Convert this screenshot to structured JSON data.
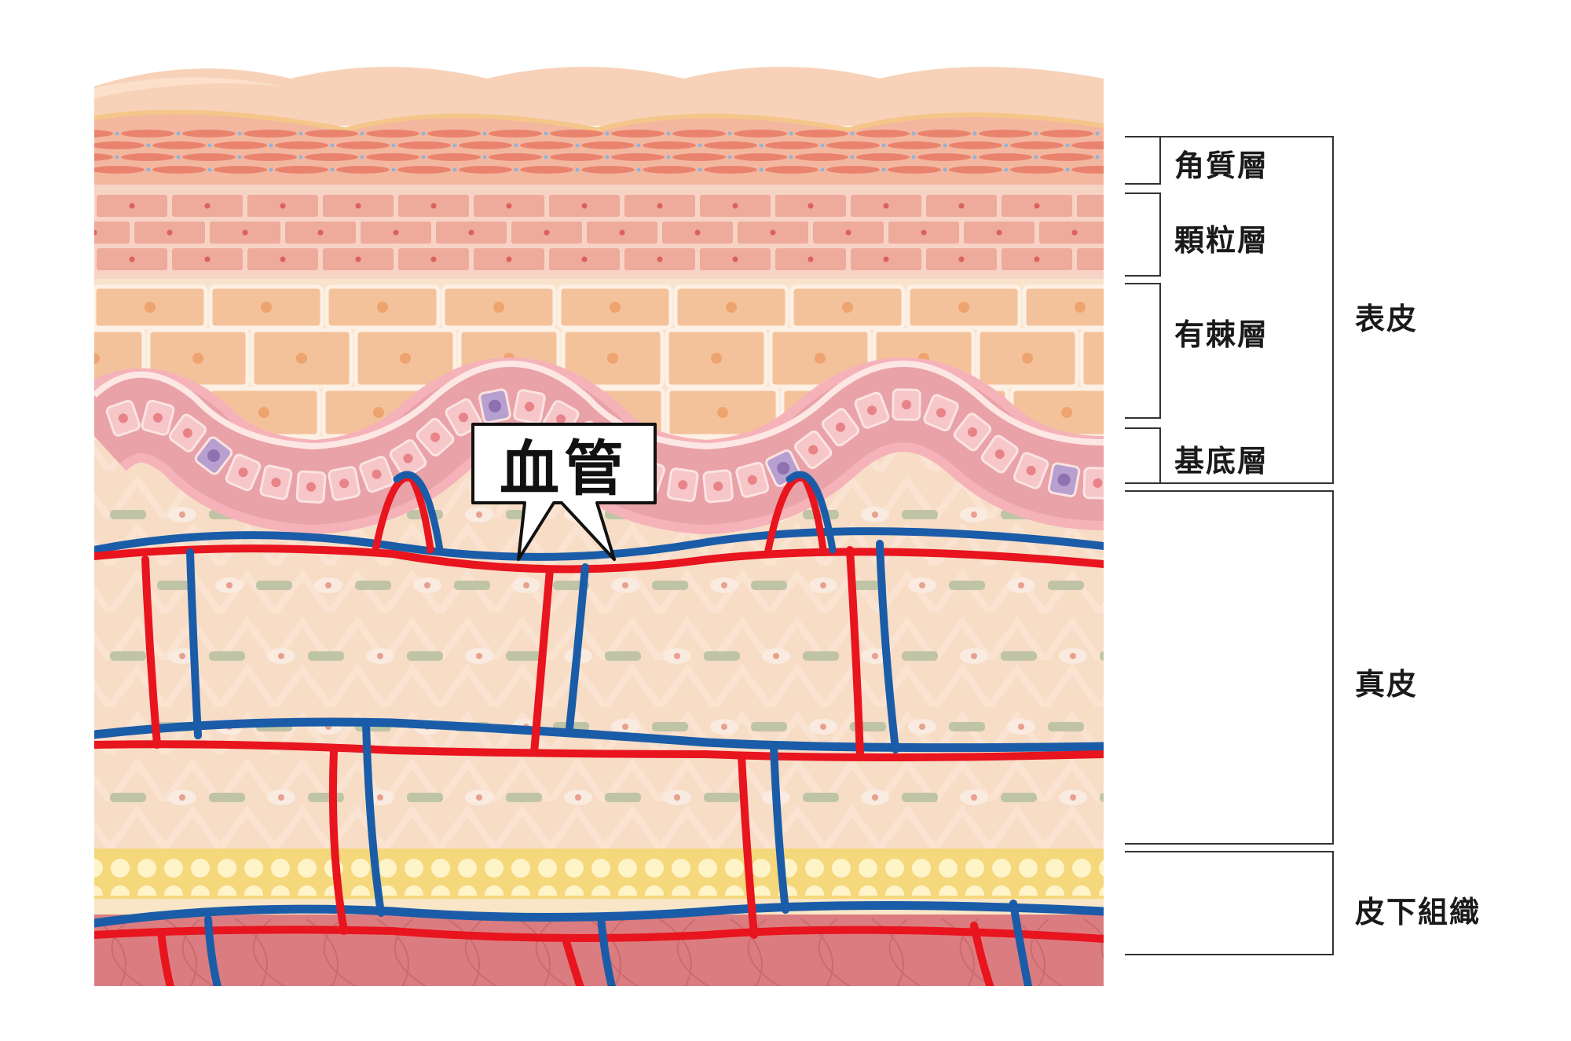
{
  "callout": {
    "label": "血管"
  },
  "sublayers": [
    {
      "id": "stratum-corneum",
      "label": "角質層"
    },
    {
      "id": "stratum-granulosum",
      "label": "顆粒層"
    },
    {
      "id": "stratum-spinosum",
      "label": "有棘層"
    },
    {
      "id": "stratum-basale",
      "label": "基底層"
    }
  ],
  "layers": [
    {
      "id": "epidermis",
      "label": "表皮"
    },
    {
      "id": "dermis",
      "label": "真皮"
    },
    {
      "id": "subcutaneous",
      "label": "皮下組織"
    }
  ],
  "colors": {
    "artery": "#e8141e",
    "vein": "#1a5ca8",
    "corneum": "#e9836e",
    "granulosum": "#efb0a0",
    "spinosum": "#f6cfae",
    "basale": "#e88d96",
    "fat": "#f5dc84",
    "muscle": "#d8757a"
  }
}
